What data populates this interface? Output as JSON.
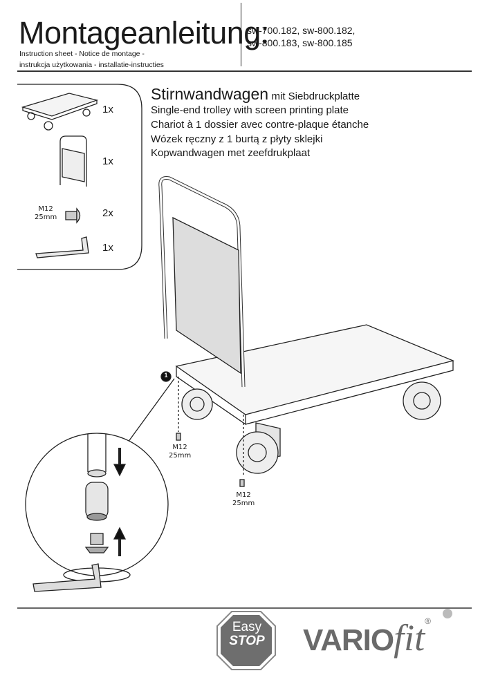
{
  "header": {
    "title": "Montageanleitung:",
    "subtitle_line1": "Instruction sheet - Notice de montage  -",
    "subtitle_line2": "instrukcja użytkowania - installatie-instructies",
    "codes_line1": "sw-700.182, sw-800.182,",
    "codes_line2": "sw-800.183, sw-800.185"
  },
  "parts": [
    {
      "icon": "trolley-base-icon",
      "qty": "1x"
    },
    {
      "icon": "end-panel-icon",
      "qty": "1x"
    },
    {
      "icon": "screw-icon",
      "qty": "2x",
      "label1": "M12",
      "label2": "25mm"
    },
    {
      "icon": "allen-key-icon",
      "qty": "1x"
    }
  ],
  "product": {
    "name": "Stirnwandwagen",
    "name_suffix": "mit Siebdruckplatte",
    "en": "Single-end trolley with screen printing plate",
    "fr": "Chariot à 1 dossier avec contre-plaque étanche",
    "pl": "Wózek ręczny z 1 burtą z płyty sklejki",
    "nl": "Kopwandwagen met zeefdrukplaat"
  },
  "diagram": {
    "step": "1",
    "screw_label1": "M12",
    "screw_label2": "25mm"
  },
  "footer": {
    "easystop_line1": "Easy",
    "easystop_line2": "STOP",
    "brand_main": "VARIO",
    "brand_fit": "fit",
    "registered": "®"
  }
}
